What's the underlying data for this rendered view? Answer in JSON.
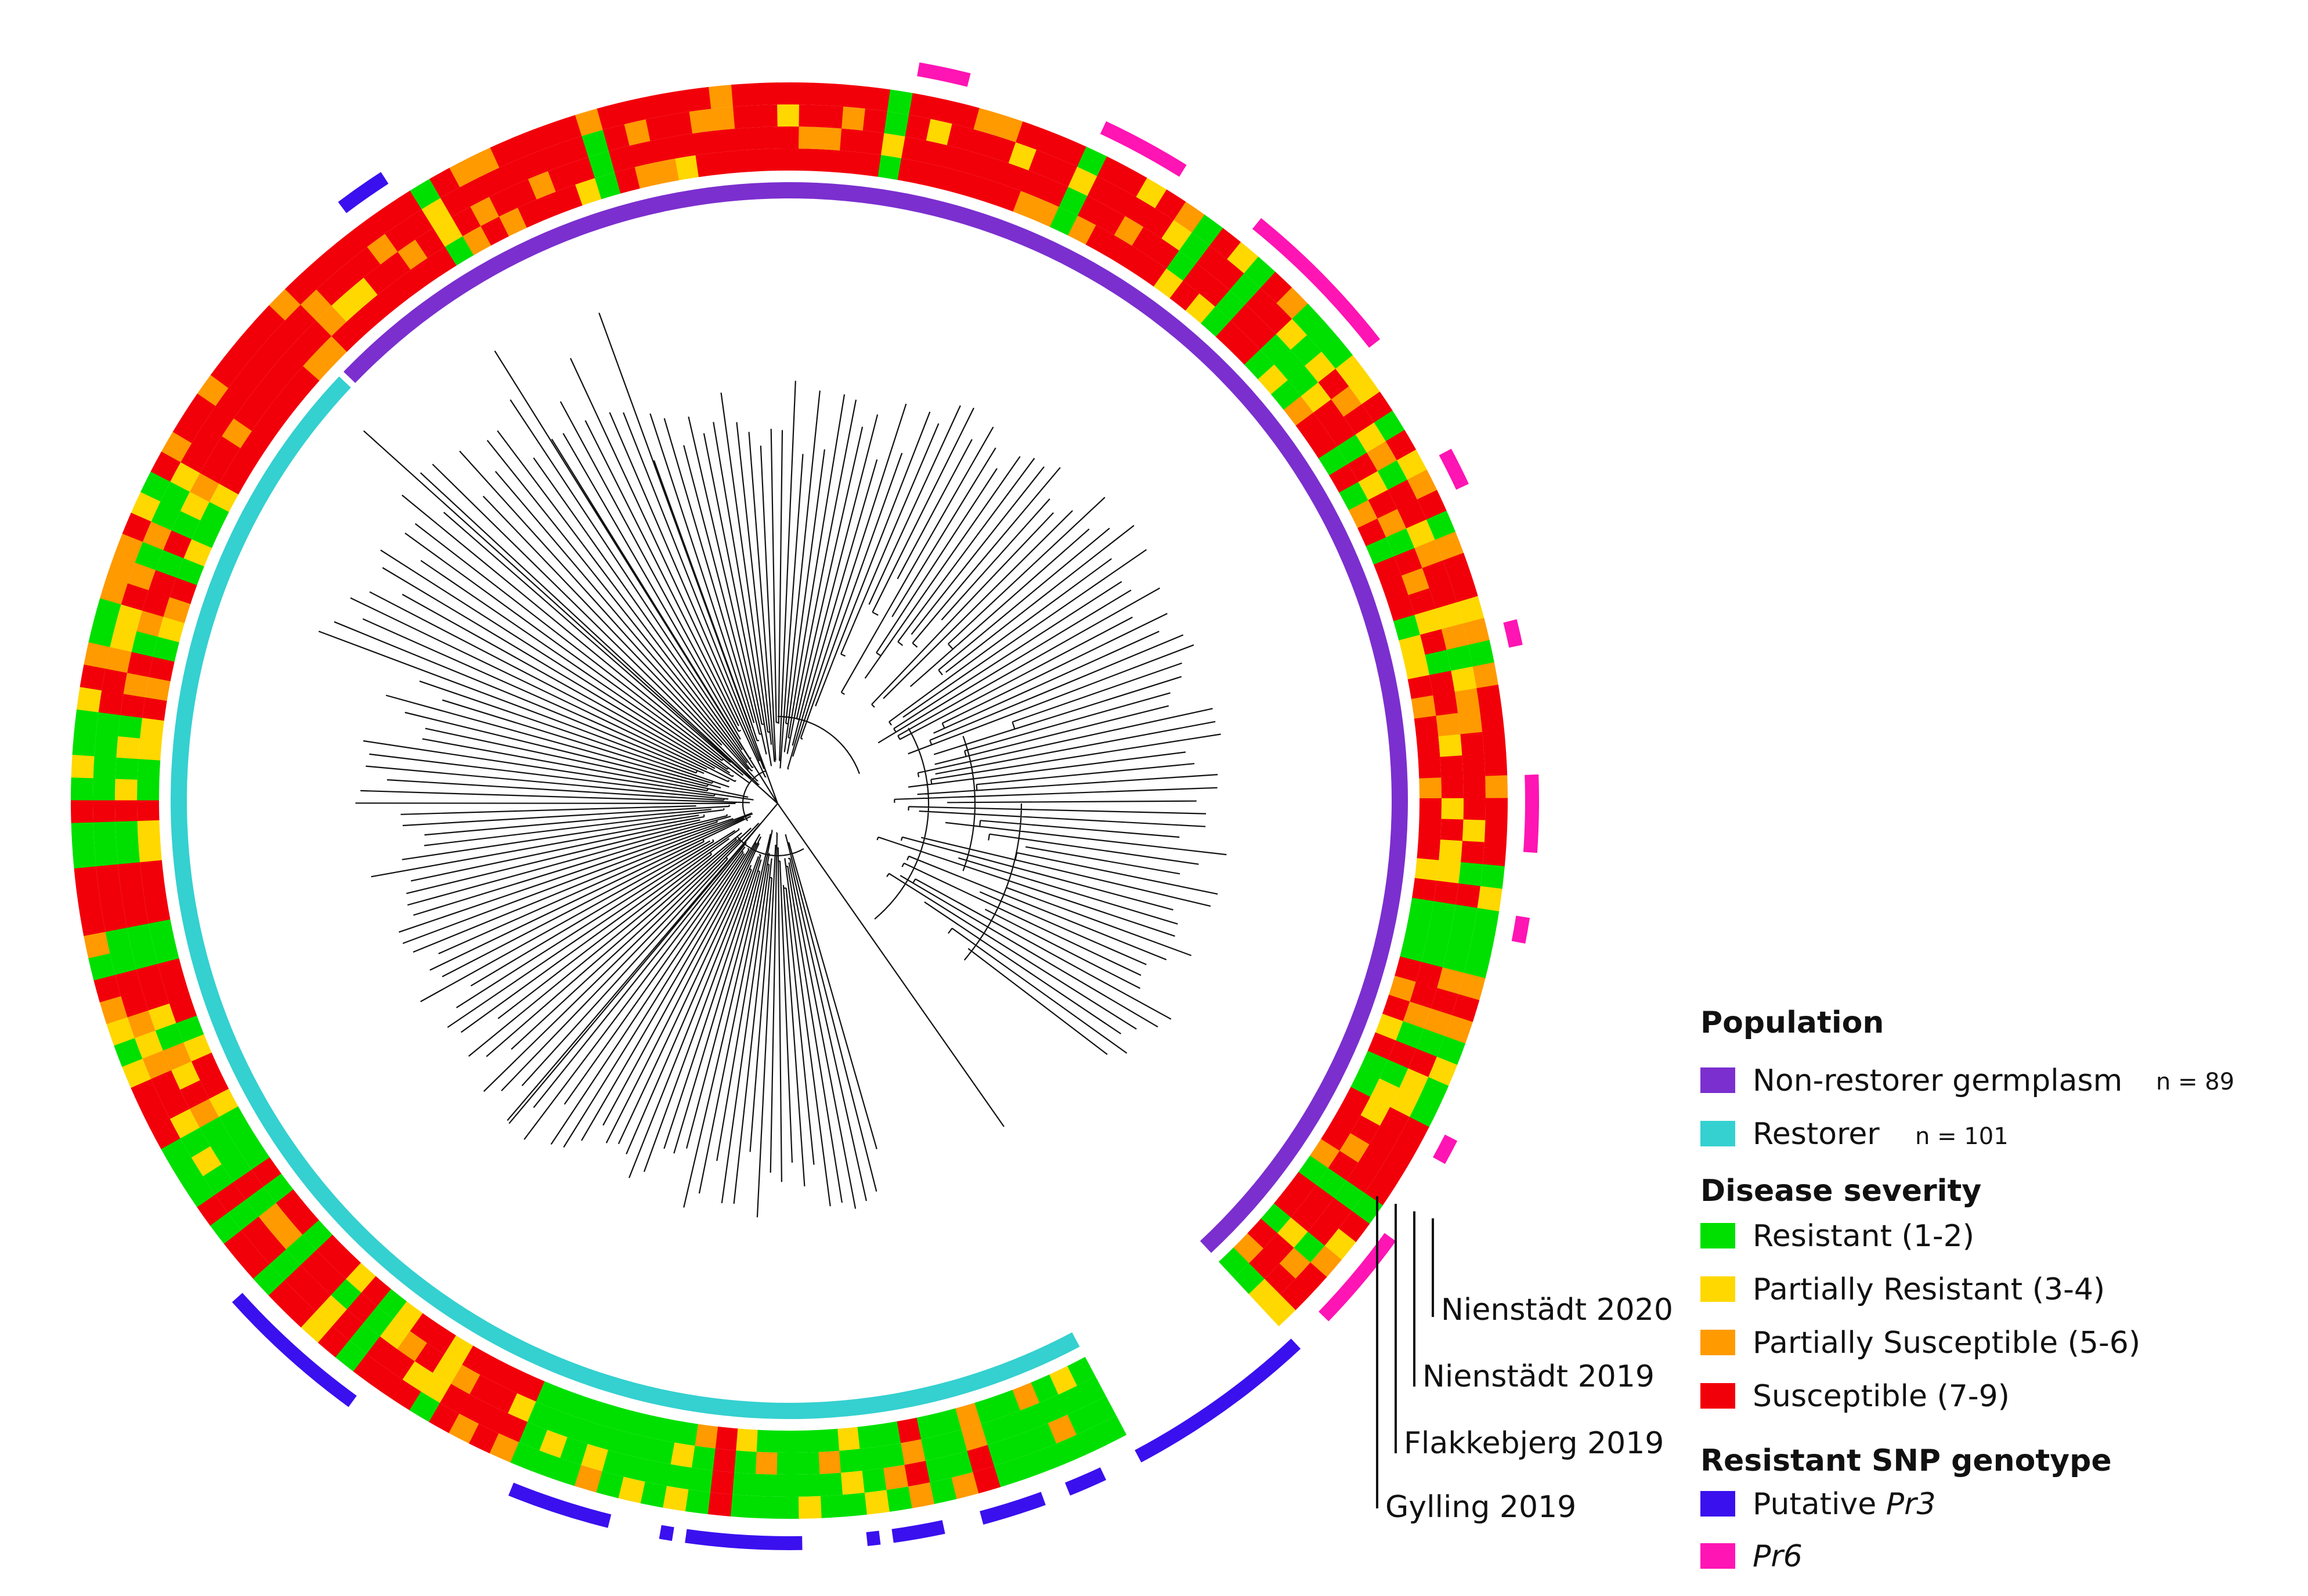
{
  "colors": {
    "non_restorer": "#7B2FCF",
    "restorer": "#35D0D0",
    "resistant": "#00E000",
    "partially_resistant": "#FFD800",
    "partially_susceptible": "#FF9A00",
    "susceptible": "#F2000A",
    "putative_pr3": "#3A10EE",
    "pr6": "#FF14B4",
    "tree": "#111111"
  },
  "legend": {
    "population_heading": "Population",
    "non_restorer_label": "Non-restorer germplasm",
    "non_restorer_count": "n = 89",
    "restorer_label": "Restorer",
    "restorer_count": "n = 101",
    "severity_heading": "Disease severity",
    "resistant_label": "Resistant (1-2)",
    "partially_resistant_label": "Partially Resistant (3-4)",
    "partially_susceptible_label": "Partially Susceptible (5-6)",
    "susceptible_label": "Susceptible (7-9)",
    "snp_heading": "Resistant SNP genotype",
    "pr3_prefix": "Putative ",
    "pr3_italic": "Pr3",
    "pr6_italic": "Pr6"
  },
  "environments": [
    "Nienstädt 2020",
    "Nienstädt 2019",
    "Flakkebjerg 2019",
    "Gylling 2019"
  ],
  "population_counts": {
    "non_restorer": 89,
    "restorer": 101
  }
}
